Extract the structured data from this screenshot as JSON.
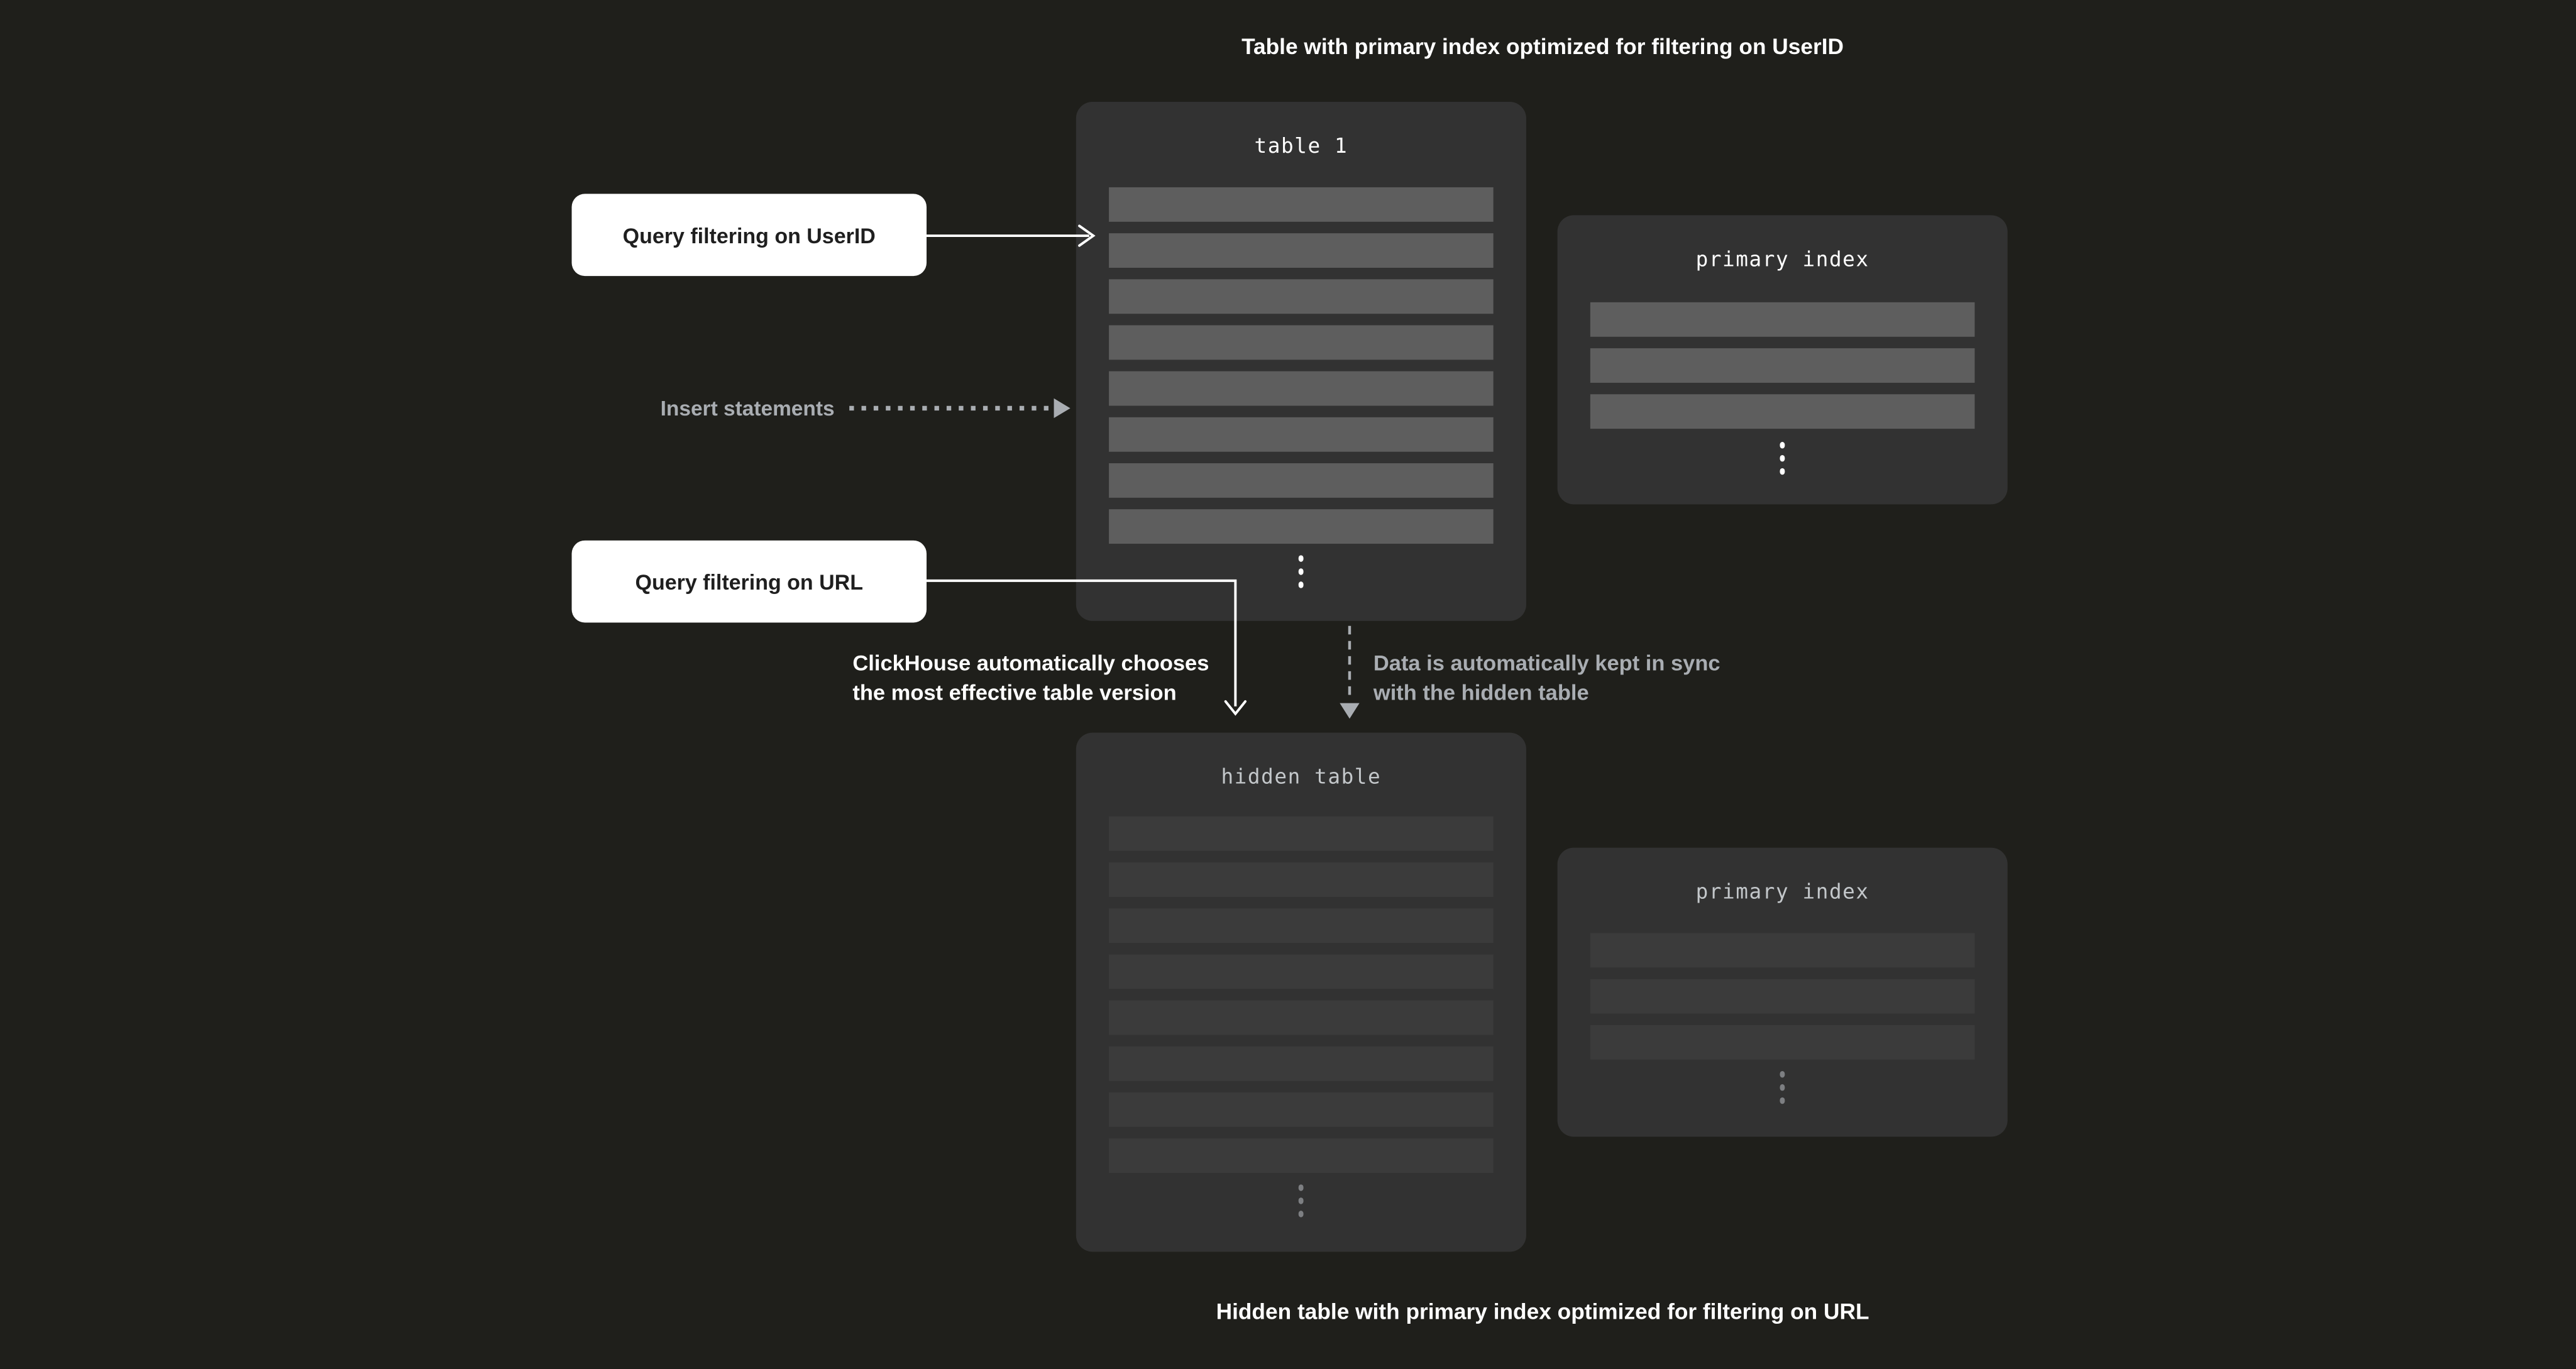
{
  "captions": {
    "top": "Table with primary index optimized for filtering on UserID",
    "bottom": "Hidden table with primary index optimized for filtering on URL"
  },
  "annotations": {
    "query_userid": "Query filtering on UserID",
    "query_url": "Query filtering on URL",
    "insert_statements": "Insert statements",
    "auto_choose_line1": "ClickHouse automatically chooses",
    "auto_choose_line2": "the most effective table version",
    "sync_line1": "Data is automatically kept in sync",
    "sync_line2": "with the hidden table"
  },
  "boxes": {
    "table1": {
      "title": "table 1",
      "rows": 8
    },
    "primary_index_top": {
      "title": "primary index",
      "rows": 3
    },
    "hidden_table": {
      "title": "hidden table",
      "rows": 8
    },
    "primary_index_bottom": {
      "title": "primary index",
      "rows": 3
    }
  },
  "colors": {
    "background": "#1f1f1b",
    "panel": "#323232",
    "row_bright": "#5e5e5e",
    "row_dim": "#3b3b3b",
    "text_primary": "#ffffff",
    "text_muted": "#a9adb2",
    "mono_dim": "#c3c7ca",
    "label_bg": "#ffffff",
    "label_text": "#1f1f1f"
  }
}
